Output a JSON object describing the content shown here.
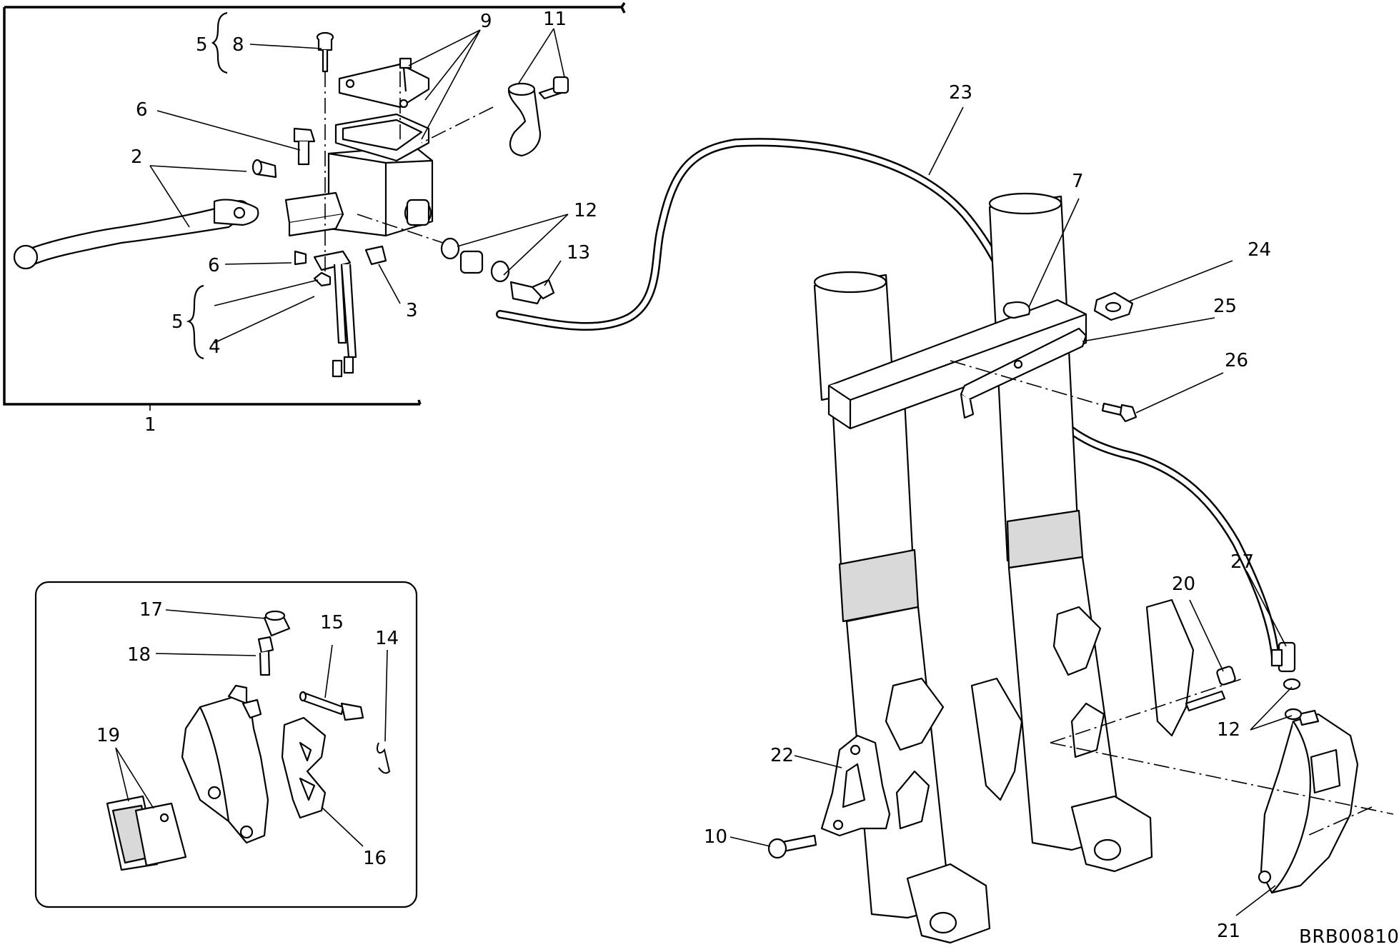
{
  "drawing_code": "BRB00810",
  "callouts": {
    "c1": "1",
    "c2": "2",
    "c3": "3",
    "c4": "4",
    "c5a": "5",
    "c5b": "5",
    "c6a": "6",
    "c6b": "6",
    "c7": "7",
    "c8": "8",
    "c9": "9",
    "c10": "10",
    "c11": "11",
    "c12a": "12",
    "c12b": "12",
    "c13": "13",
    "c14": "14",
    "c15": "15",
    "c16": "16",
    "c17": "17",
    "c18": "18",
    "c19": "19",
    "c20": "20",
    "c21": "21",
    "c22": "22",
    "c23": "23",
    "c24": "24",
    "c25": "25",
    "c26": "26",
    "c27": "27"
  }
}
